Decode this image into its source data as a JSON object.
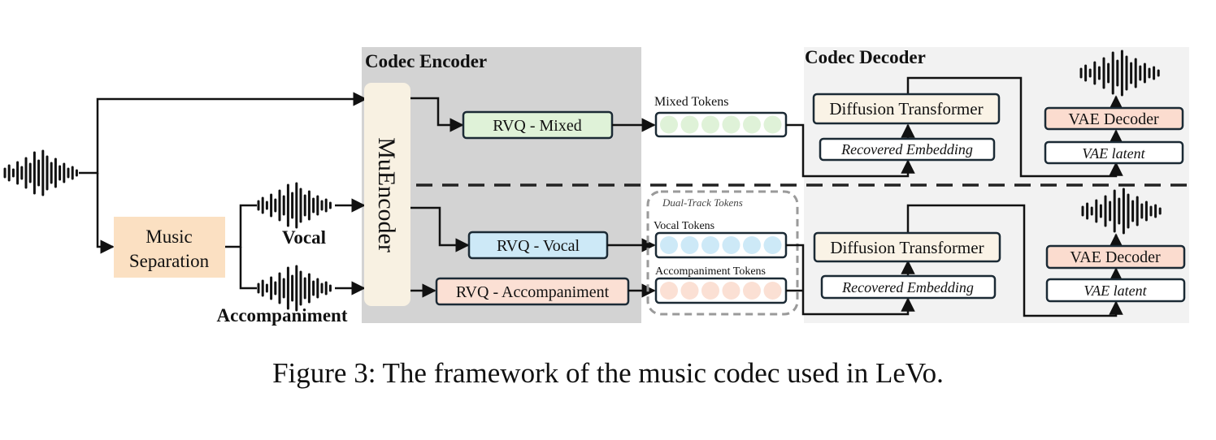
{
  "encoder": {
    "title": "Codec Encoder",
    "muencoder_label": "MuEncoder"
  },
  "decoder": {
    "title": "Codec Decoder"
  },
  "input": {
    "separation_label_line1": "Music",
    "separation_label_line2": "Separation",
    "vocal_label": "Vocal",
    "accompaniment_label": "Accompaniment"
  },
  "quantizers": {
    "mixed": "RVQ - Mixed",
    "vocal": "RVQ - Vocal",
    "accompaniment": "RVQ - Accompaniment"
  },
  "tokens": {
    "mixed_label": "Mixed Tokens",
    "dual_track_label": "Dual-Track Tokens",
    "vocal_label": "Vocal Tokens",
    "accompaniment_label": "Accompaniment Tokens"
  },
  "decoder_blocks": {
    "diffusion_transformer": "Diffusion Transformer",
    "recovered_embedding": "Recovered Embedding",
    "vae_decoder": "VAE Decoder",
    "vae_latent": "VAE latent"
  },
  "colors": {
    "encoder_bg": "#d3d3d3",
    "decoder_bg": "#f2f2f2",
    "separation_fill": "#fbe0c2",
    "muencoder_fill": "#f8f1e2",
    "mixed_fill": "#dff2d8",
    "vocal_fill": "#cde9f7",
    "accompaniment_fill": "#fbe0d4",
    "diffusion_fill": "#faf3e6",
    "vae_decoder_fill": "#fbdccf",
    "box_stroke": "#1b2a35"
  },
  "caption": "Figure 3: The framework of the music codec used in LeVo."
}
